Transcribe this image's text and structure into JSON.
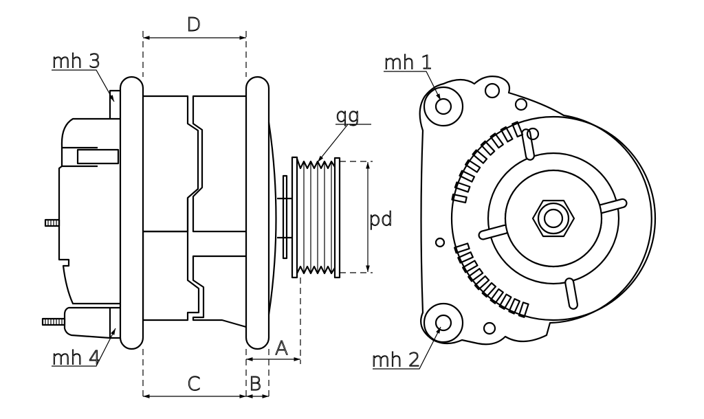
{
  "title": "Alternator dimension drawing",
  "labels": {
    "D": "D",
    "C": "C",
    "B": "B",
    "A": "A",
    "pd": "pd",
    "qg": "qg",
    "mh1": "mh 1",
    "mh2": "mh 2",
    "mh3": "mh 3",
    "mh4": "mh 4"
  }
}
